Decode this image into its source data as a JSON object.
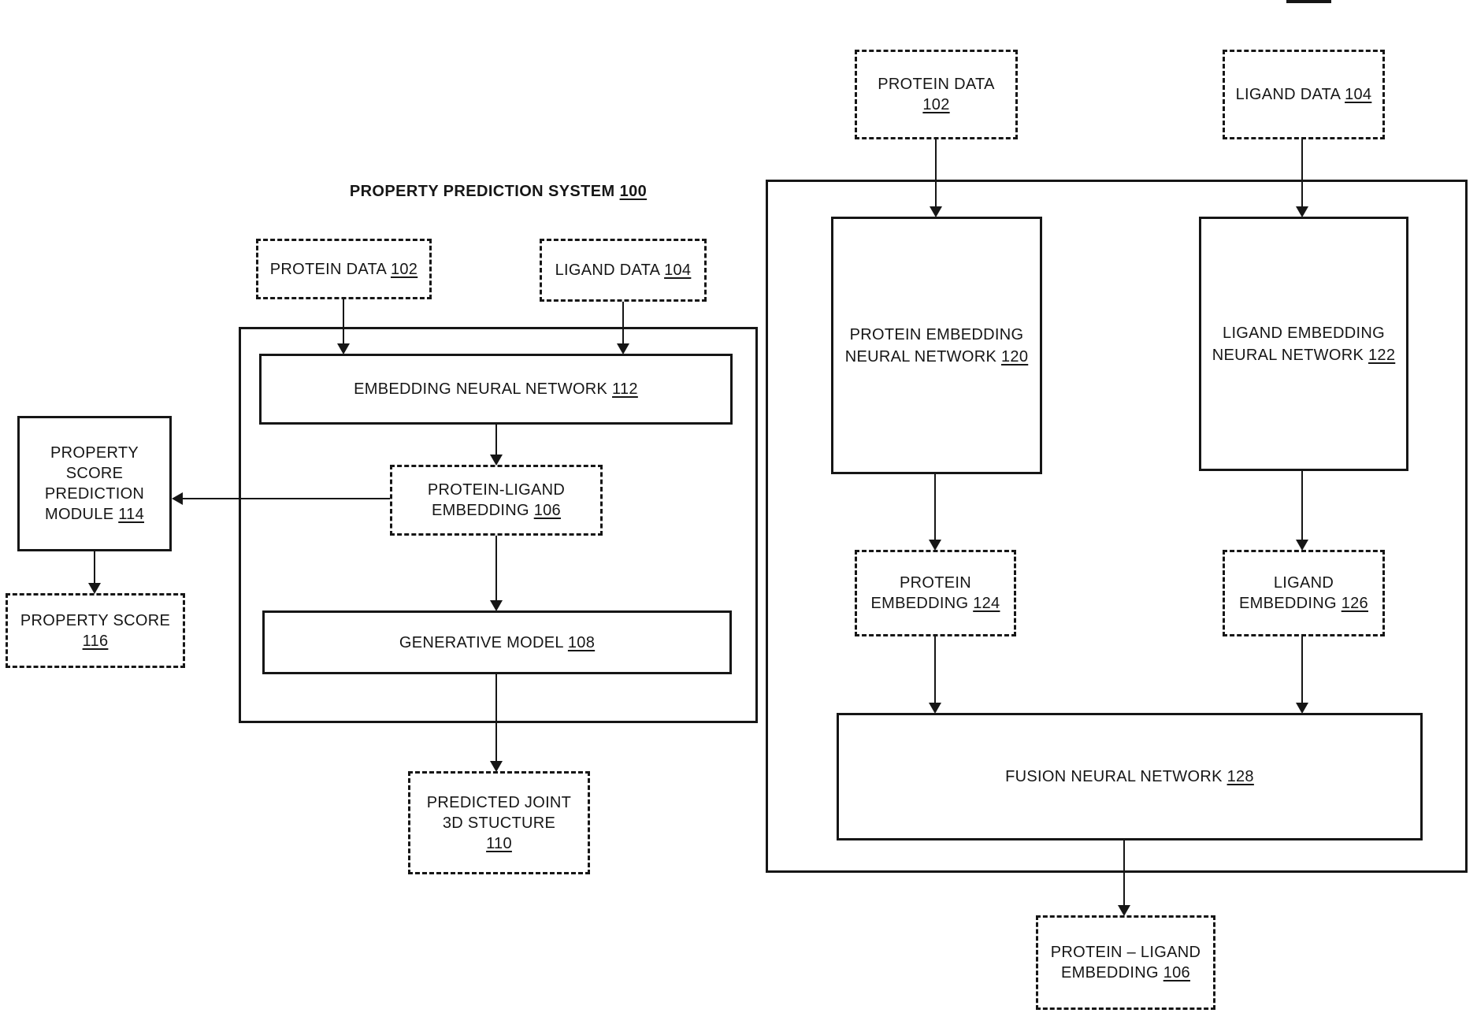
{
  "colors": {
    "ink": "#161616",
    "background": "#ffffff"
  },
  "left_system": {
    "title": {
      "label": "PROPERTY PREDICTION SYSTEM",
      "ref": "100"
    },
    "protein_data": {
      "label": "PROTEIN DATA",
      "ref": "102"
    },
    "ligand_data": {
      "label": "LIGAND DATA",
      "ref": "104"
    },
    "embedding_nn": {
      "label": "EMBEDDING NEURAL NETWORK",
      "ref": "112"
    },
    "protein_ligand_embedding": {
      "line1": "PROTEIN-LIGAND",
      "line2": "EMBEDDING",
      "ref": "106"
    },
    "generative_model": {
      "label": "GENERATIVE MODEL",
      "ref": "108"
    },
    "predicted_joint_3d_structure": {
      "line1": "PREDICTED JOINT",
      "line2": "3D STUCTURE",
      "ref": "110"
    },
    "property_score_prediction_module": {
      "line1": "PROPERTY",
      "line2": "SCORE",
      "line3": "PREDICTION",
      "line4": "MODULE",
      "ref": "114"
    },
    "property_score": {
      "line1": "PROPERTY SCORE",
      "ref": "116"
    }
  },
  "right_system": {
    "protein_data": {
      "line1": "PROTEIN DATA",
      "ref": "102"
    },
    "ligand_data": {
      "label": "LIGAND DATA",
      "ref": "104"
    },
    "protein_embedding_nn": {
      "line1": "PROTEIN EMBEDDING",
      "line2": "NEURAL NETWORK",
      "ref": "120"
    },
    "ligand_embedding_nn": {
      "line1": "LIGAND EMBEDDING",
      "line2": "NEURAL NETWORK",
      "ref": "122"
    },
    "protein_embedding": {
      "line1": "PROTEIN",
      "line2": "EMBEDDING",
      "ref": "124"
    },
    "ligand_embedding": {
      "line1": "LIGAND",
      "line2": "EMBEDDING",
      "ref": "126"
    },
    "fusion_nn": {
      "label": "FUSION NEURAL NETWORK",
      "ref": "128"
    },
    "protein_ligand_embedding": {
      "line1": "PROTEIN – LIGAND",
      "line2": "EMBEDDING",
      "ref": "106"
    }
  }
}
